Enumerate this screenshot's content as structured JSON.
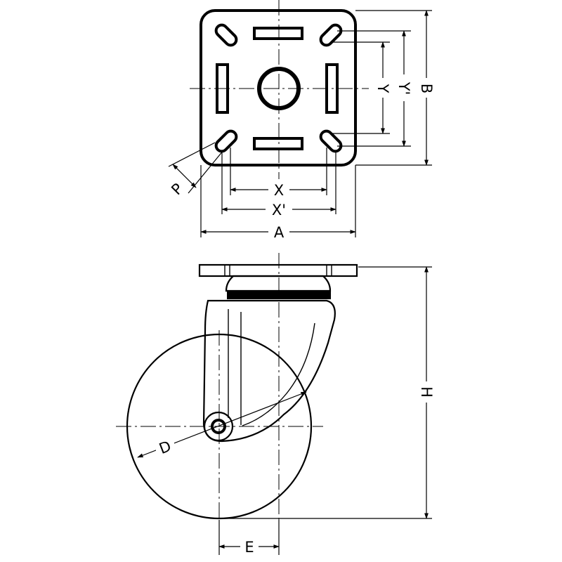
{
  "labels": {
    "a": "A",
    "b": "B",
    "x": "X",
    "x_prime": "X'",
    "y": "Y",
    "y_prime": "Y'",
    "p": "P",
    "h": "H",
    "d": "D",
    "e": "E"
  },
  "colors": {
    "ink": "#000000",
    "background": "#ffffff"
  }
}
